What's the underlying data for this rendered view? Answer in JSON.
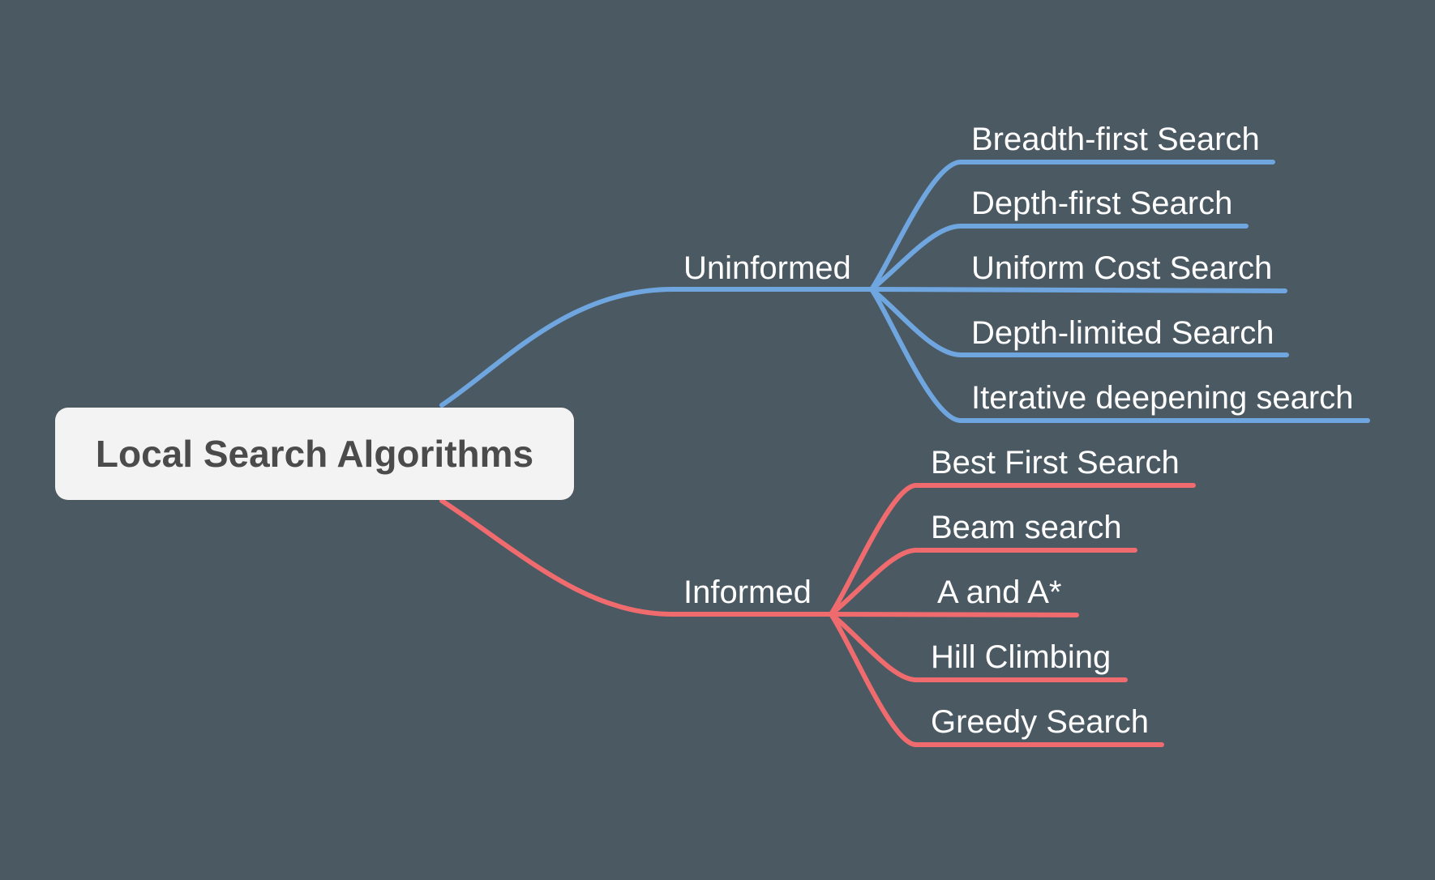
{
  "root": {
    "label": "Local Search Algorithms"
  },
  "colors": {
    "background": "#4b5963",
    "uninformed_branch": "#6fa6df",
    "informed_branch": "#ef6b6e",
    "root_fill": "#f3f3f3",
    "root_text": "#4b4b4b",
    "label_text": "#ffffff"
  },
  "branches": [
    {
      "label": "Uninformed",
      "children": [
        "Breadth-first Search",
        "Depth-first Search",
        "Uniform Cost Search",
        "Depth-limited Search",
        "Iterative deepening search"
      ]
    },
    {
      "label": "Informed",
      "children": [
        "Best First Search",
        "Beam search",
        "A and A*",
        "Hill Climbing",
        "Greedy Search"
      ]
    }
  ]
}
